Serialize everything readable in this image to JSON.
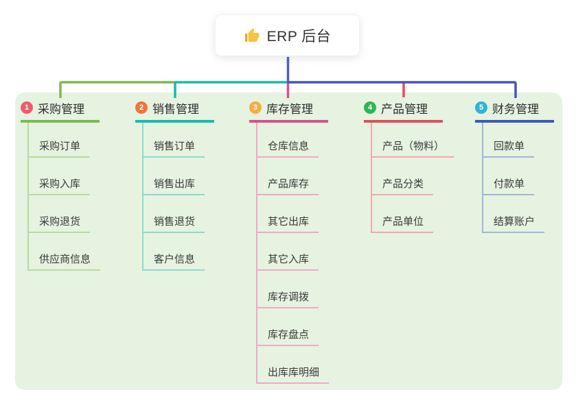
{
  "root": {
    "icon": "thumbs-up-icon",
    "label": "ERP 后台"
  },
  "canvas_bg": "#e5f3e0",
  "connectors": {
    "stem_color": "#5560c8",
    "bus_blue_color": "#4455c0"
  },
  "branches": [
    {
      "index": "1",
      "label": "采购管理",
      "badge_color": "#f15b6c",
      "line_color": "#7cba50",
      "child_line_color": "#b5dc9b",
      "children": [
        "采购订单",
        "采购入库",
        "采购退货",
        "供应商信息"
      ]
    },
    {
      "index": "2",
      "label": "销售管理",
      "badge_color": "#f0743c",
      "line_color": "#17bcab",
      "child_line_color": "#8ed9cf",
      "children": [
        "销售订单",
        "销售出库",
        "销售退货",
        "客户信息"
      ]
    },
    {
      "index": "3",
      "label": "库存管理",
      "badge_color": "#f5ae3d",
      "line_color": "#d8508c",
      "child_line_color": "#f0a8c8",
      "children": [
        "仓库信息",
        "产品库存",
        "其它出库",
        "其它入库",
        "库存调拨",
        "库存盘点",
        "出库库明细"
      ]
    },
    {
      "index": "4",
      "label": "产品管理",
      "badge_color": "#31b457",
      "line_color": "#e84b60",
      "child_line_color": "#f5a6ad",
      "children": [
        "产品（物料）",
        "产品分类",
        "产品单位"
      ]
    },
    {
      "index": "5",
      "label": "财务管理",
      "badge_color": "#33b1da",
      "line_color": "#3d57c3",
      "child_line_color": "#a2b3de",
      "children": [
        "回款单",
        "付款单",
        "结算账户"
      ]
    }
  ]
}
